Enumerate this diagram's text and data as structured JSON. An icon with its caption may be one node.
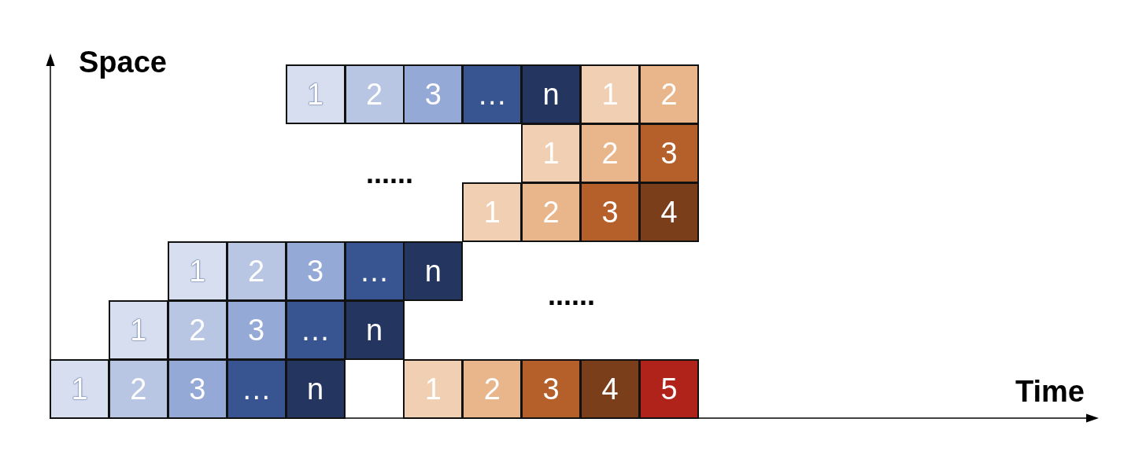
{
  "diagram": {
    "nodes": [
      {
        "text": [
          "1"
        ]
      },
      {
        "text": [
          "2"
        ]
      },
      {
        "text": [
          "3"
        ]
      },
      {
        "text": [
          "…"
        ]
      },
      {
        "text": [
          "n"
        ]
      },
      {
        "text": [
          "1"
        ]
      },
      {
        "text": [
          "2"
        ]
      },
      {
        "text": [
          "1"
        ]
      },
      {
        "text": [
          "2"
        ]
      },
      {
        "text": [
          "3"
        ]
      },
      {
        "text": [
          "1"
        ]
      },
      {
        "text": [
          "2"
        ]
      },
      {
        "text": [
          "3"
        ]
      },
      {
        "text": [
          "4"
        ]
      },
      {
        "text": [
          "1"
        ]
      },
      {
        "text": [
          "2"
        ]
      },
      {
        "text": [
          "3"
        ]
      },
      {
        "text": [
          "…"
        ]
      },
      {
        "text": [
          "n"
        ]
      },
      {
        "text": [
          "1"
        ]
      },
      {
        "text": [
          "2"
        ]
      },
      {
        "text": [
          "3"
        ]
      },
      {
        "text": [
          "…"
        ]
      },
      {
        "text": [
          "n"
        ]
      },
      {
        "text": [
          "1"
        ]
      },
      {
        "text": [
          "2"
        ]
      },
      {
        "text": [
          "3"
        ]
      },
      {
        "text": [
          "…"
        ]
      },
      {
        "text": [
          "n"
        ]
      },
      {
        "text": [
          "1"
        ]
      },
      {
        "text": [
          "2"
        ]
      },
      {
        "text": [
          "3"
        ]
      },
      {
        "text": [
          "4"
        ]
      },
      {
        "text": [
          "5"
        ]
      }
    ],
    "labels": [
      "Space",
      "......",
      "......",
      "Time"
    ]
  }
}
